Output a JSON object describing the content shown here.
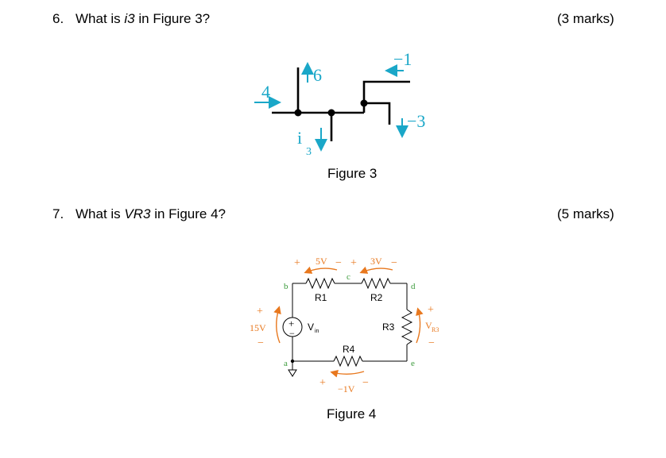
{
  "q6": {
    "number": "6.",
    "pre": "What is ",
    "var": "i3",
    "post": " in Figure 3?",
    "marks": "(3 marks)"
  },
  "q7": {
    "number": "7.",
    "pre": "What is ",
    "var": "VR3",
    "post": " in Figure 4?",
    "marks": "(5 marks)"
  },
  "fig3": {
    "caption": "Figure 3",
    "labels": {
      "left_in": "4",
      "up": "6",
      "top_right": "−1",
      "down_right": "−3",
      "unknown_main": "i",
      "unknown_sub": "3"
    }
  },
  "fig4": {
    "caption": "Figure 4",
    "source_label": "15V",
    "source_name": "V",
    "source_sub": "in",
    "plus": "+",
    "minus": "−",
    "r1": "R1",
    "r2": "R2",
    "r3": "R3",
    "r4": "R4",
    "v_r1": "5V",
    "v_r2": "3V",
    "v_r4": "−1V",
    "vr3_main": "V",
    "vr3_sub": "R3",
    "nodes": {
      "a": "a",
      "b": "b",
      "c": "c",
      "d": "d",
      "e": "e"
    }
  },
  "colors": {
    "cyan": "#1aa7c8",
    "orange": "#e8781e",
    "green": "#3a9a3a"
  }
}
